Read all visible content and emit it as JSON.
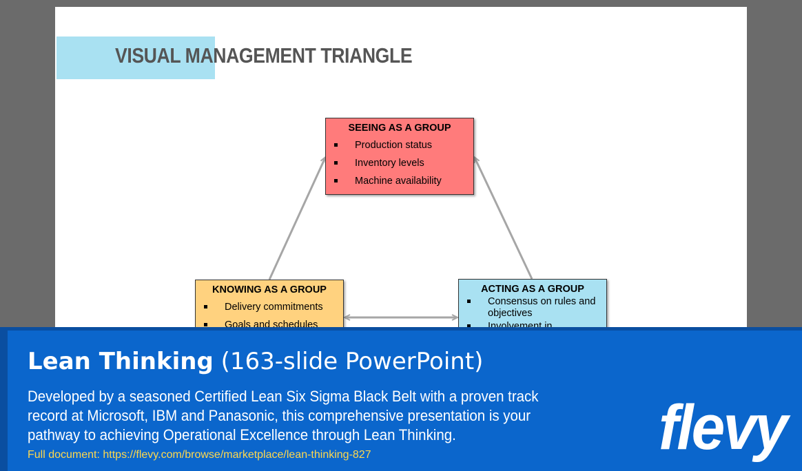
{
  "slide": {
    "title": "VISUAL MANAGEMENT TRIANGLE",
    "boxes": {
      "seeing": {
        "title": "SEEING AS A GROUP",
        "items": [
          "Production status",
          "Inventory levels",
          "Machine availability"
        ],
        "color": "#ff7b7b"
      },
      "knowing": {
        "title": "KNOWING AS A GROUP",
        "items": [
          "Delivery commitments",
          "Goals and schedules"
        ],
        "color": "#ffd27f"
      },
      "acting": {
        "title": "ACTING AS A GROUP",
        "items": [
          "Consensus on rules and objectives",
          "Involvement in"
        ],
        "color": "#a9e1f2"
      }
    }
  },
  "banner": {
    "title_bold": "Lean Thinking",
    "title_rest": "(163-slide PowerPoint)",
    "description": "Developed by a seasoned Certified Lean Six Sigma Black Belt with a proven track record at Microsoft, IBM and Panasonic, this comprehensive presentation is your pathway to achieving Operational Excellence through Lean Thinking.",
    "link": "Full document: https://flevy.com/browse/marketplace/lean-thinking-827",
    "logo": "flevy"
  },
  "colors": {
    "banner_blue": "#0b66cc",
    "link_yellow": "#ffd84d",
    "title_gray": "#555555"
  }
}
